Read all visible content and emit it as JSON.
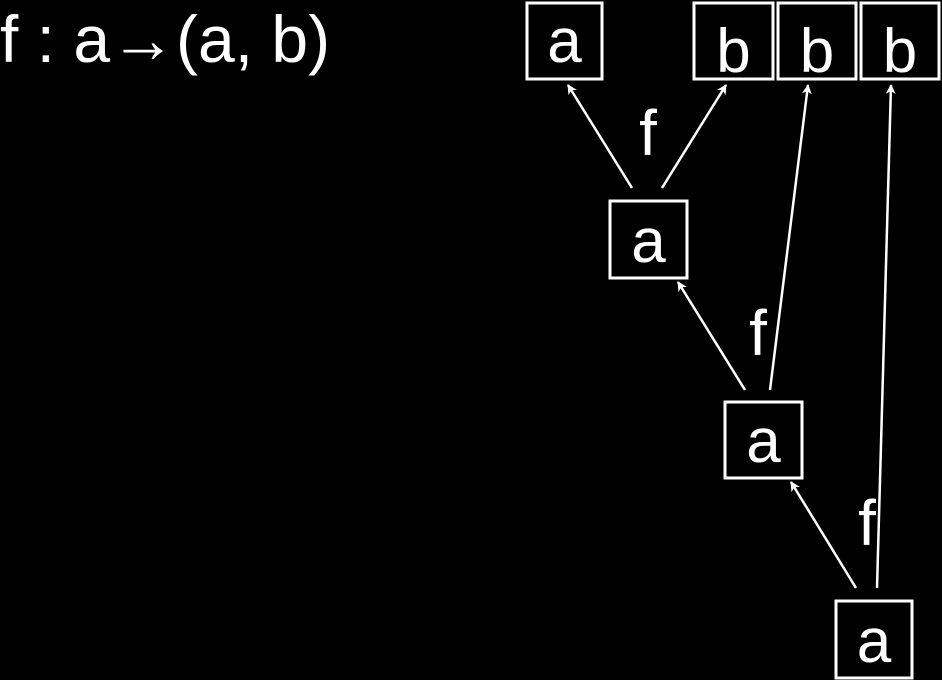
{
  "definition": "f : a→(a, b)",
  "nodes": {
    "top_a": "a",
    "top_b1": "b",
    "top_b2": "b",
    "top_b3": "b",
    "level1_a": "a",
    "level2_a": "a",
    "level3_a": "a"
  },
  "edge_labels": {
    "f1": "f",
    "f2": "f",
    "f3": "f"
  },
  "colors": {
    "background": "#000000",
    "foreground": "#ffffff"
  }
}
